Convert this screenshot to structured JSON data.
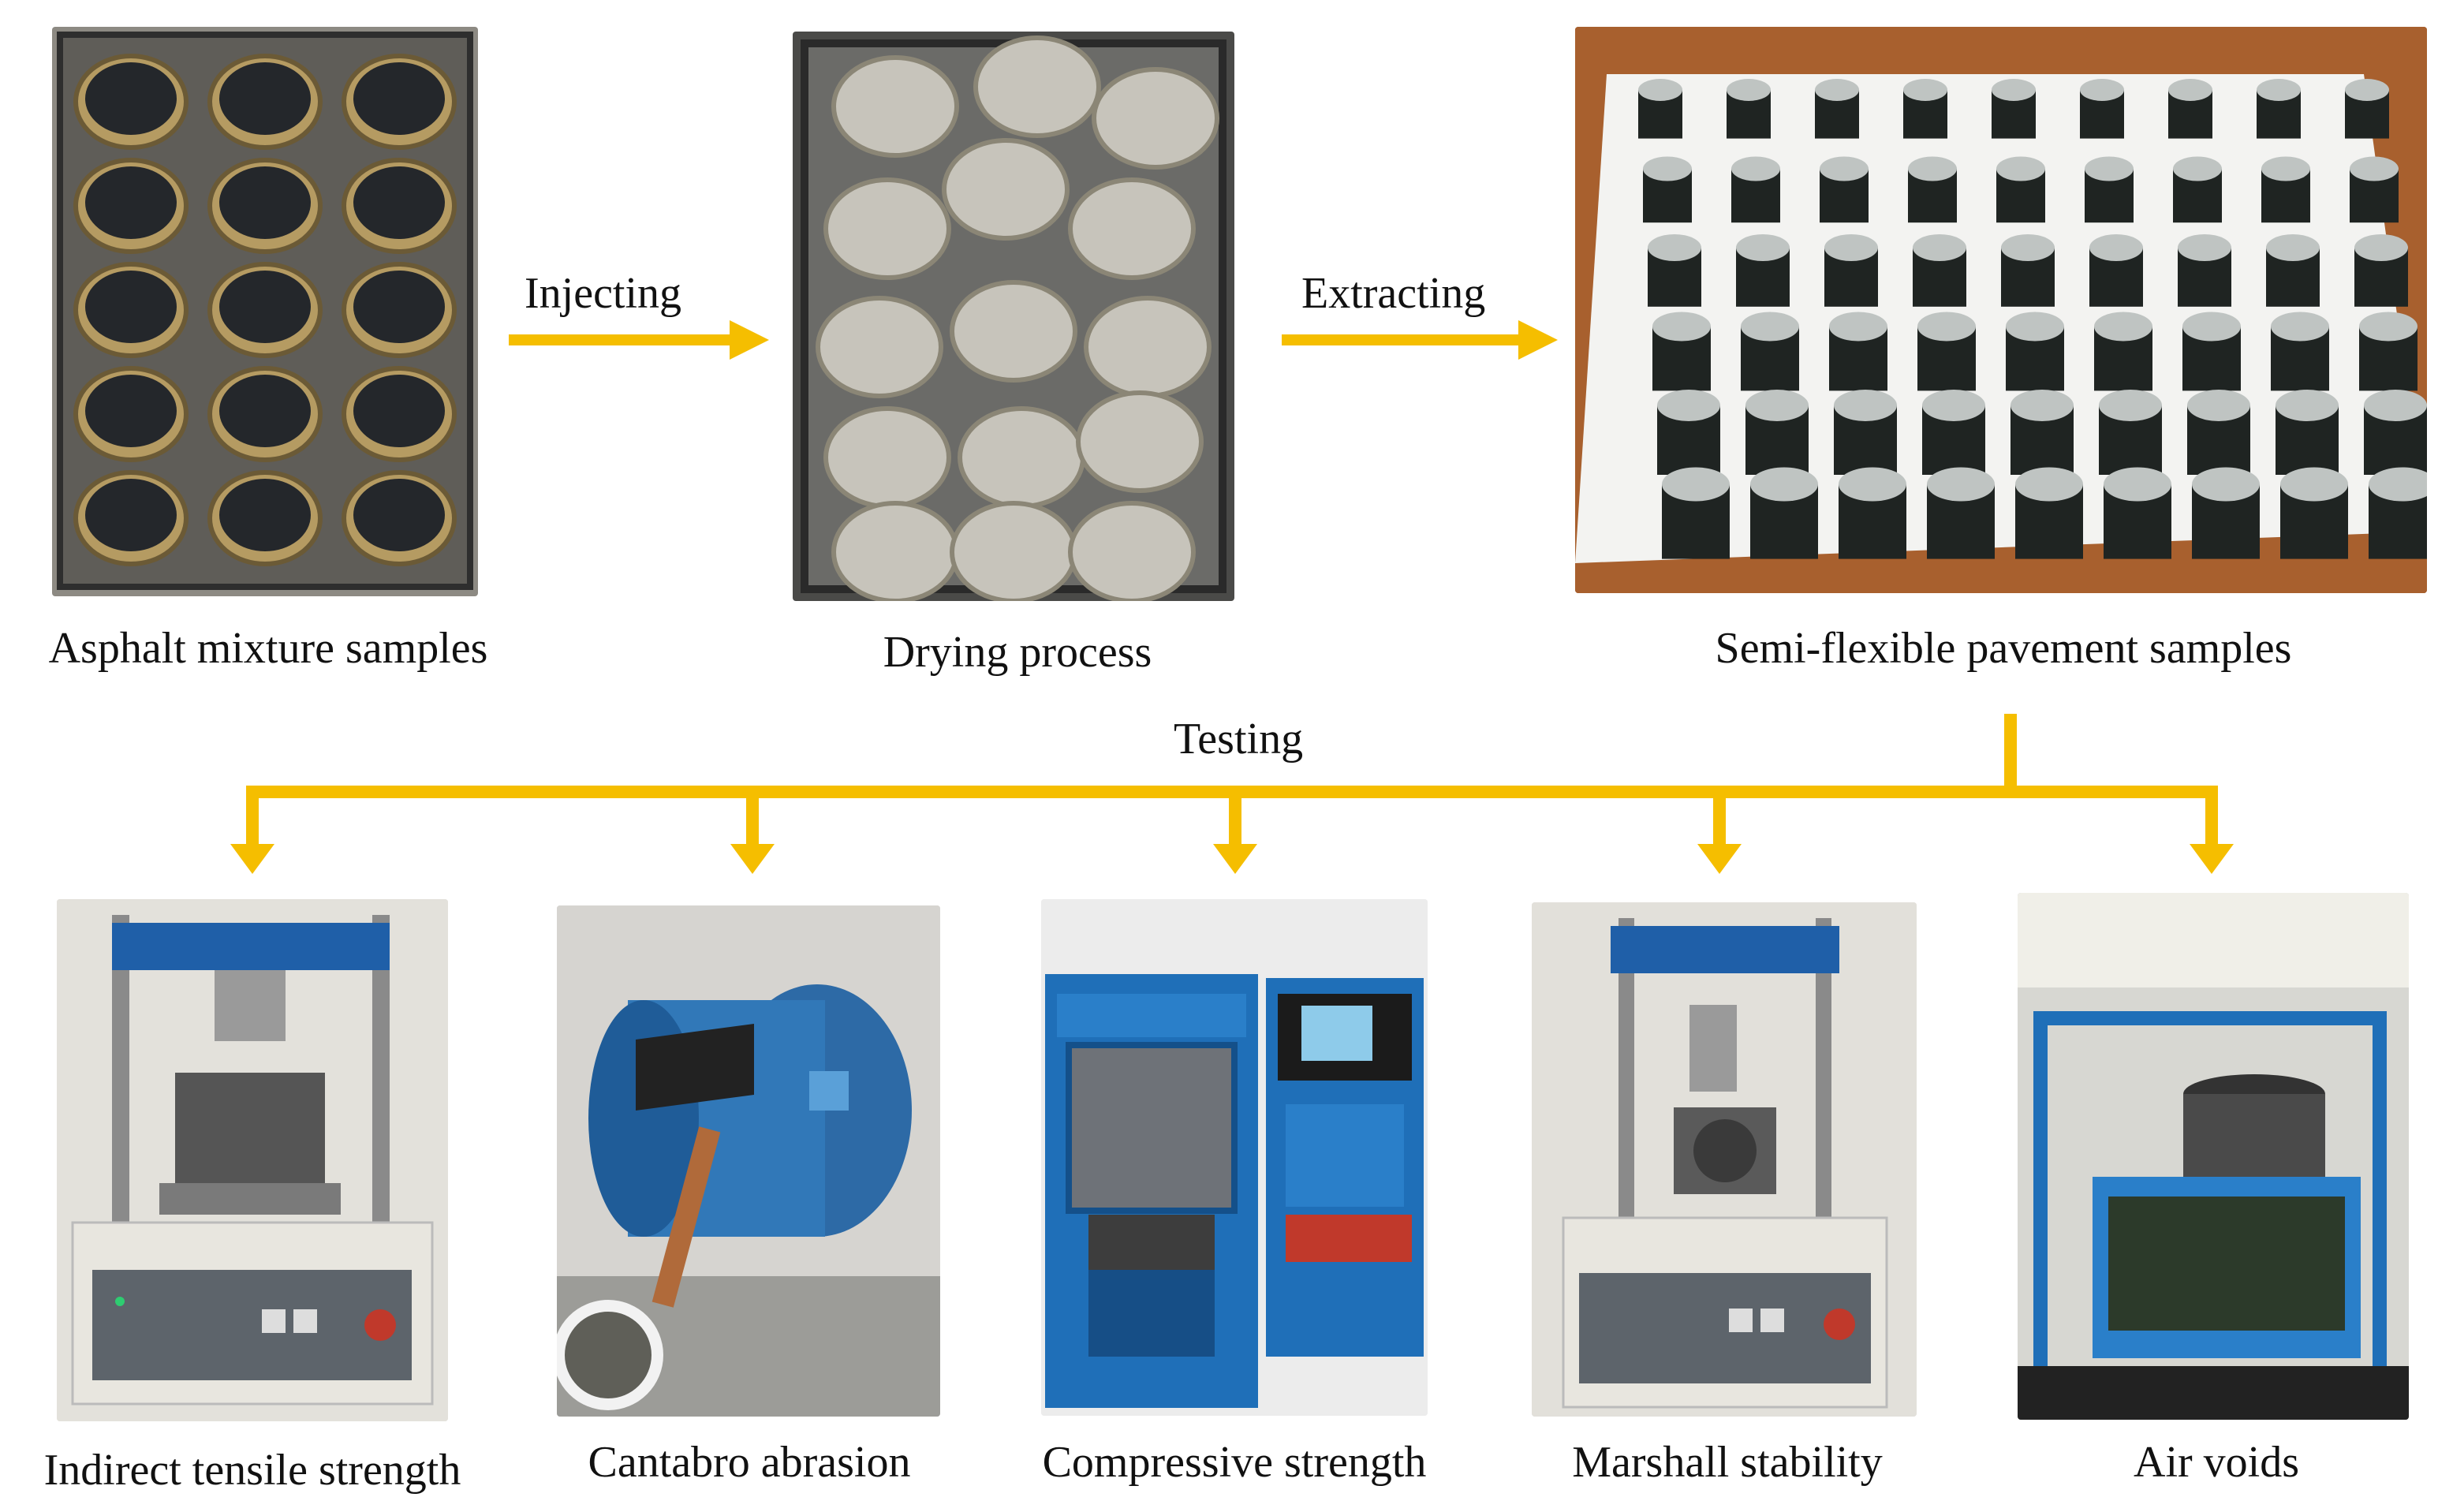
{
  "process": {
    "step1": "Asphalt mixture samples",
    "step2": "Drying process",
    "step3": "Semi-flexible  pavement samples",
    "arrow1": "Injecting",
    "arrow2": "Extracting",
    "branch": "Testing"
  },
  "tests": [
    {
      "label": "Indirect tensile strength"
    },
    {
      "label": "Cantabro abrasion"
    },
    {
      "label": "Compressive strength"
    },
    {
      "label": "Marshall stability"
    },
    {
      "label": "Air voids"
    }
  ],
  "colors": {
    "arrow": "#F5BE00",
    "machine_blue": "#1f6fb8",
    "tray": "#3a3a3a"
  }
}
